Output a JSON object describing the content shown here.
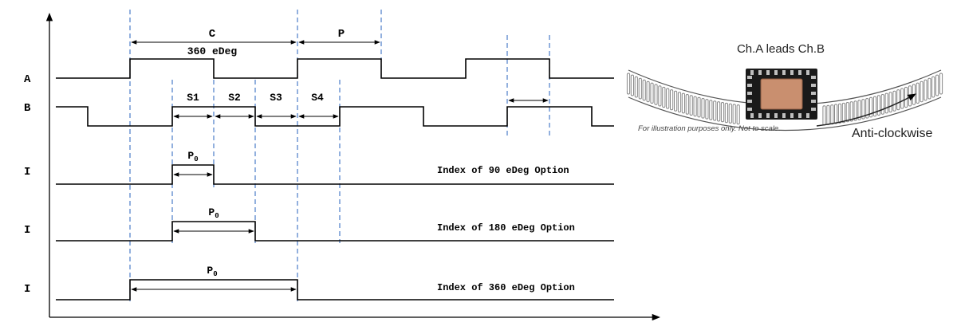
{
  "timing": {
    "channels": [
      "A",
      "B",
      "I",
      "I",
      "I"
    ],
    "labels": {
      "c": "C",
      "p": "P",
      "edeg": "360 eDeg",
      "s1": "S1",
      "s2": "S2",
      "s3": "S3",
      "s4": "S4"
    },
    "index_rows": [
      {
        "pulse_label": "P",
        "pulse_sub": "0",
        "caption": "Index of 90 eDeg Option"
      },
      {
        "pulse_label": "P",
        "pulse_sub": "0",
        "caption": "Index of 180 eDeg Option"
      },
      {
        "pulse_label": "P",
        "pulse_sub": "0",
        "caption": "Index of 360 eDeg Option"
      }
    ]
  },
  "illustration": {
    "title": "Ch.A leads Ch.B",
    "note": "For illustration purposes only. Not to scale.",
    "direction": "Anti-clockwise"
  },
  "colors": {
    "guide_line": "#3a6fc4",
    "signal": "#000000",
    "chip_body": "#1a1a1a",
    "chip_die": "#c98f6f"
  }
}
